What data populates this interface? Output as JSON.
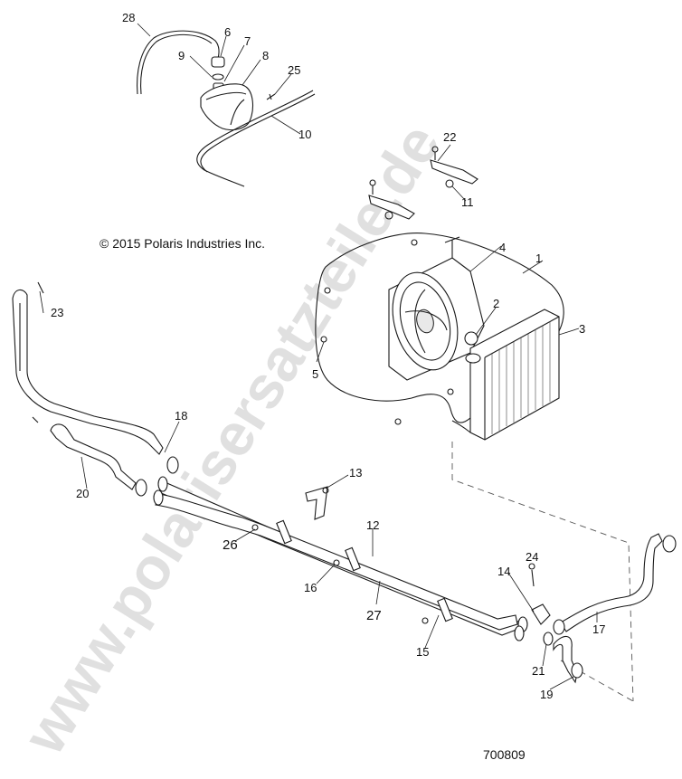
{
  "copyright": "© 2015 Polaris Industries Inc.",
  "diagram_id": "700809",
  "watermark": "www.polarisersatzteile.de",
  "callouts": {
    "c1": "1",
    "c2": "2",
    "c3": "3",
    "c4": "4",
    "c5": "5",
    "c6": "6",
    "c7": "7",
    "c8": "8",
    "c9": "9",
    "c10": "10",
    "c11": "11",
    "c12": "12",
    "c13": "13",
    "c14": "14",
    "c15": "15",
    "c16": "16",
    "c17": "17",
    "c18": "18",
    "c19": "19",
    "c20": "20",
    "c21": "21",
    "c22": "22",
    "c23": "23",
    "c24": "24",
    "c25": "25",
    "c26": "26",
    "c27": "27",
    "c28": "28"
  }
}
